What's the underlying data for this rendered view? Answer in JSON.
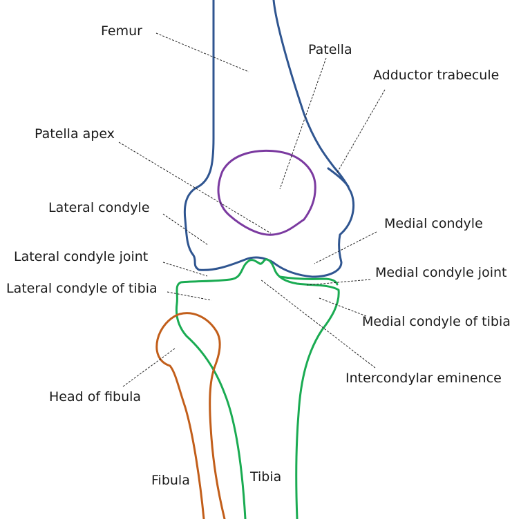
{
  "colors": {
    "femur": "#2f5590",
    "patella": "#7b3aa0",
    "tibia": "#1aab52",
    "fibula": "#c25e1a"
  },
  "labels": {
    "femur": "Femur",
    "patella": "Patella",
    "adductor_trabecule": "Adductor trabecule",
    "patella_apex": "Patella apex",
    "lateral_condyle": "Lateral condyle",
    "medial_condyle": "Medial condyle",
    "lateral_condyle_joint": "Lateral condyle joint",
    "medial_condyle_joint": "Medial condyle joint",
    "lateral_condyle_of_tibia": "Lateral condyle of tibia",
    "medial_condyle_of_tibia": "Medial condyle of tibia",
    "intercondylar_eminence": "Intercondylar eminence",
    "head_of_fibula": "Head of fibula",
    "fibula": "Fibula",
    "tibia": "Tibia"
  }
}
